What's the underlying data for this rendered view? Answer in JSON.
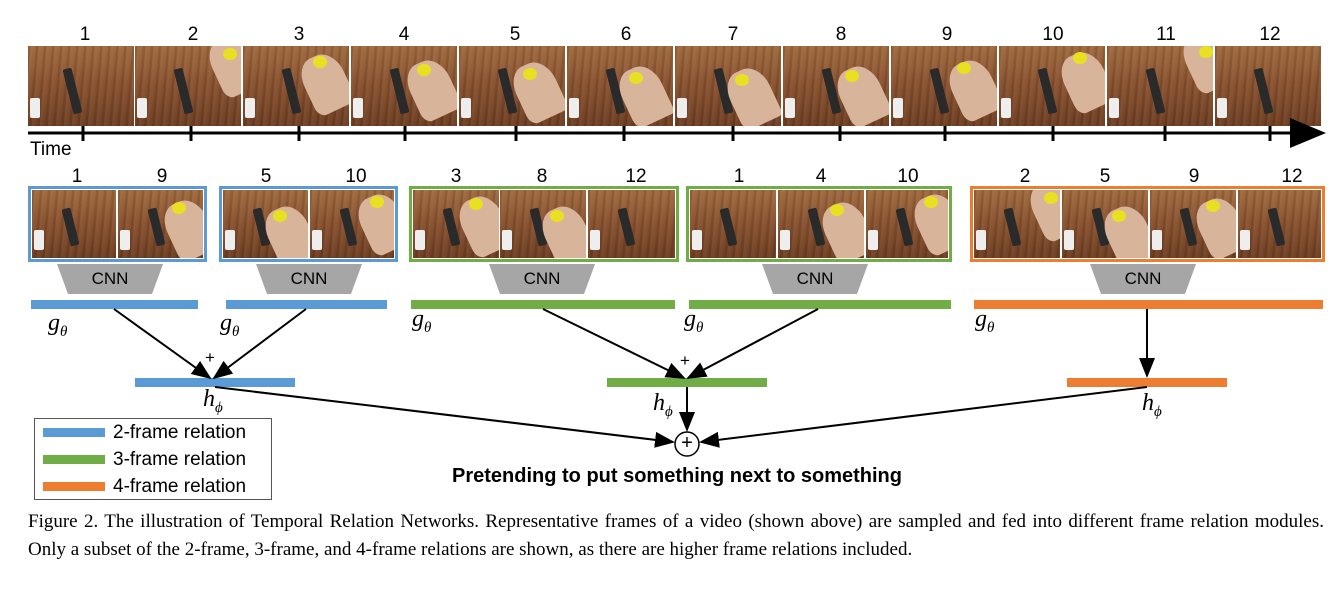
{
  "colors": {
    "two_frame": "#5b9bd5",
    "three_frame": "#70ad47",
    "four_frame": "#ed7d31",
    "cnn": "#a6a6a6"
  },
  "timeline": {
    "frame_numbers": [
      "1",
      "2",
      "3",
      "4",
      "5",
      "6",
      "7",
      "8",
      "9",
      "10",
      "11",
      "12"
    ],
    "time_label": "Time"
  },
  "groups": [
    {
      "relation": "2-frame",
      "frames": [
        "1",
        "9"
      ]
    },
    {
      "relation": "2-frame",
      "frames": [
        "5",
        "10"
      ]
    },
    {
      "relation": "3-frame",
      "frames": [
        "3",
        "8",
        "12"
      ]
    },
    {
      "relation": "3-frame",
      "frames": [
        "1",
        "4",
        "10"
      ]
    },
    {
      "relation": "4-frame",
      "frames": [
        "2",
        "5",
        "9",
        "12"
      ]
    }
  ],
  "cnn_label": "CNN",
  "g_symbol": "g",
  "g_sub": "θ",
  "h_symbol": "h",
  "h_sub": "ϕ",
  "plus": "+",
  "sum_symbol": "+",
  "legend": [
    {
      "label": "2-frame relation",
      "color": "#5b9bd5"
    },
    {
      "label": "3-frame relation",
      "color": "#70ad47"
    },
    {
      "label": "4-frame relation",
      "color": "#ed7d31"
    }
  ],
  "prediction": "Pretending to put something next to something",
  "caption": "Figure 2. The illustration of Temporal Relation Networks.  Representative frames of a video (shown above) are sampled and fed into different frame relation modules.  Only a subset of the 2-frame, 3-frame, and 4-frame relations are shown, as there are higher frame relations included."
}
